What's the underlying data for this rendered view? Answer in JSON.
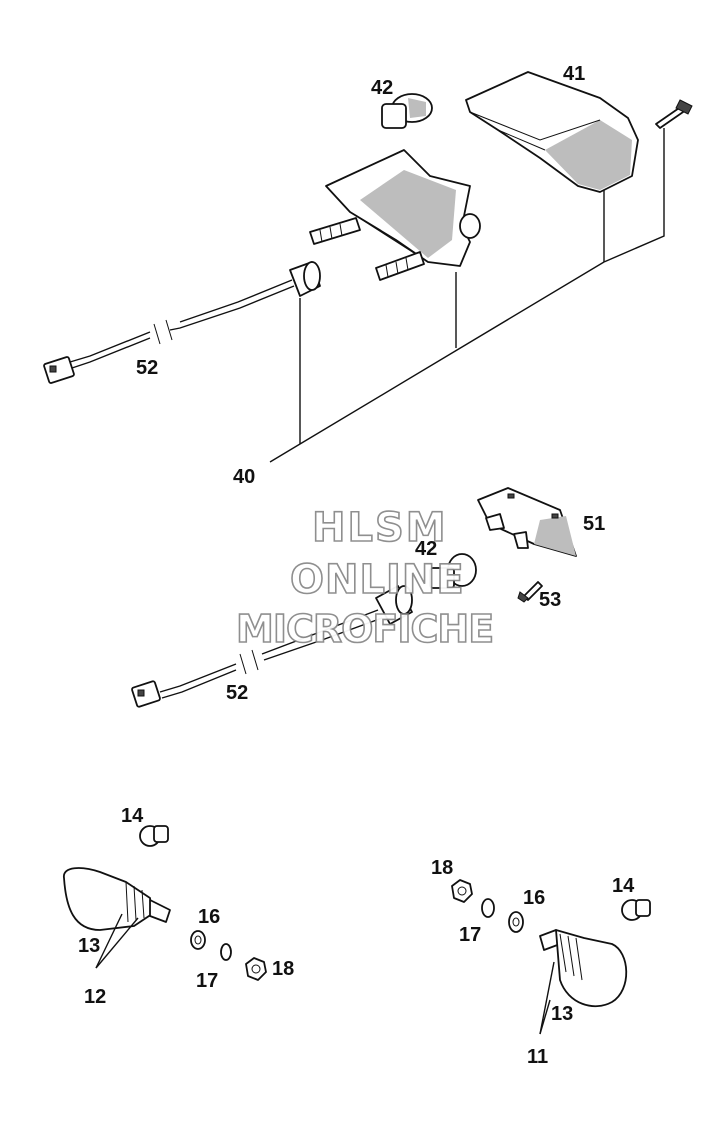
{
  "watermark": {
    "line1": "HLSM",
    "line2": "ONLINE",
    "line3": "MICROFICHE"
  },
  "callouts": {
    "c41": "41",
    "c42_top": "42",
    "c52_top": "52",
    "c40": "40",
    "c51": "51",
    "c42_mid": "42",
    "c53": "53",
    "c52_mid": "52",
    "c14_left": "14",
    "c16_left": "16",
    "c13_left": "13",
    "c17_left": "17",
    "c18_left": "18",
    "c12": "12",
    "c18_right": "18",
    "c16_right": "16",
    "c14_right": "14",
    "c17_right": "17",
    "c13_right": "13",
    "c11": "11"
  }
}
